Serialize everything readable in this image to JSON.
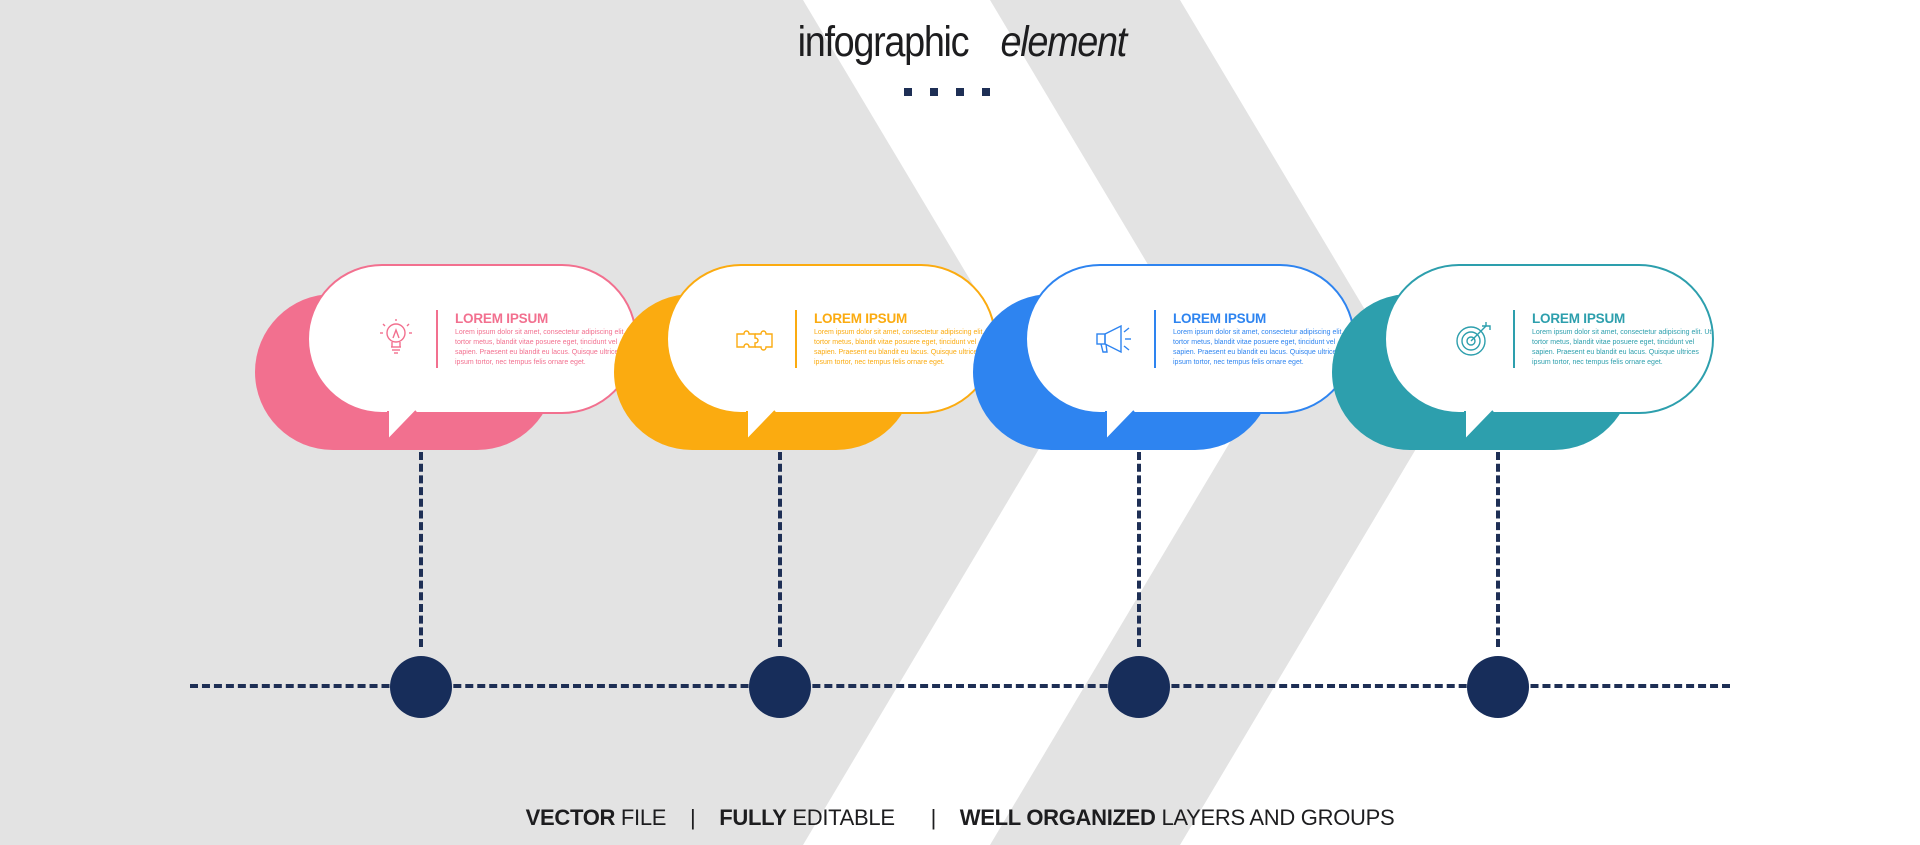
{
  "title": {
    "bold": "infographic",
    "italic": "element"
  },
  "colors": {
    "background": "#ffffff",
    "chevron": "#e3e3e3",
    "connector": "#1e2f55",
    "node": "#172d5a"
  },
  "steps": [
    {
      "icon": "lightbulb-icon",
      "color": "#f2708f",
      "label": "LOREM IPSUM",
      "body": "Lorem ipsum dolor sit amet, consectetur adipiscing elit. Ut tortor metus, blandit vitae posuere eget, tincidunt vel sapien. Praesent eu blandit eu lacus. Quisque ultrices ipsum tortor, nec tempus felis ornare eget."
    },
    {
      "icon": "puzzle-icon",
      "color": "#fbab10",
      "label": "LOREM IPSUM",
      "body": "Lorem ipsum dolor sit amet, consectetur adipiscing elit. Ut tortor metus, blandit vitae posuere eget, tincidunt vel sapien. Praesent eu blandit eu lacus. Quisque ultrices ipsum tortor, nec tempus felis ornare eget."
    },
    {
      "icon": "megaphone-icon",
      "color": "#2e84f0",
      "label": "LOREM IPSUM",
      "body": "Lorem ipsum dolor sit amet, consectetur adipiscing elit. Ut tortor metus, blandit vitae posuere eget, tincidunt vel sapien. Praesent eu blandit eu lacus. Quisque ultrices ipsum tortor, nec tempus felis ornare eget."
    },
    {
      "icon": "target-icon",
      "color": "#2d9fad",
      "label": "LOREM IPSUM",
      "body": "Lorem ipsum dolor sit amet, consectetur adipiscing elit. Ut tortor metus, blandit vitae posuere eget, tincidunt vel sapien. Praesent eu blandit eu lacus. Quisque ultrices ipsum tortor, nec tempus felis ornare eget."
    }
  ],
  "footer": {
    "part1_bold": "VECTOR",
    "part1_rest": " FILE",
    "separator": "|",
    "part2_bold": "FULLY",
    "part2_rest": " EDITABLE",
    "part3_bold": "WELL ORGANIZED",
    "part3_rest": " LAYERS AND GROUPS"
  }
}
